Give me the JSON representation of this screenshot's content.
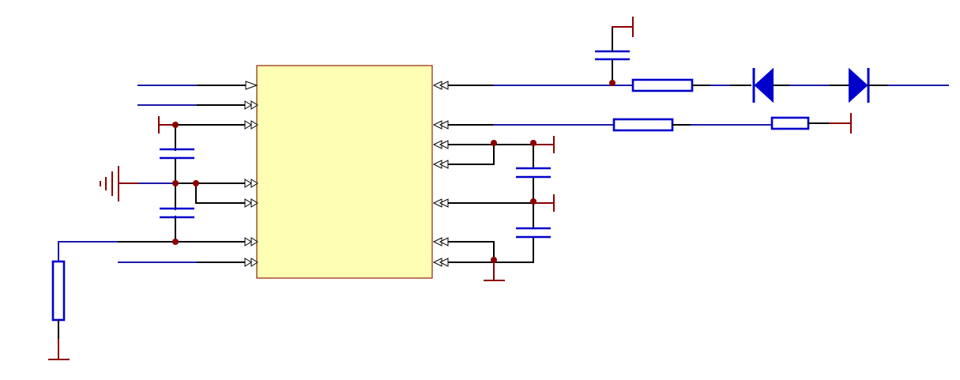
{
  "schematic": {
    "colors": {
      "wire": "#1a1aa6",
      "lead": "#000000",
      "ground": "#8b0000",
      "junction": "#8b0000",
      "component": "#0000cc",
      "chip_fill": "#ffffb4",
      "chip_border": "#8b2500"
    },
    "components": [
      {
        "type": "ic",
        "name": "integrated-circuit"
      },
      {
        "type": "resistor",
        "name": "resistor-r-left"
      },
      {
        "type": "resistor",
        "name": "resistor-r-top"
      },
      {
        "type": "resistor",
        "name": "resistor-r-mid"
      },
      {
        "type": "resistor",
        "name": "resistor-r-right"
      },
      {
        "type": "capacitor",
        "name": "capacitor-left-upper"
      },
      {
        "type": "capacitor",
        "name": "capacitor-left-lower"
      },
      {
        "type": "capacitor",
        "name": "capacitor-top"
      },
      {
        "type": "capacitor",
        "name": "capacitor-right-upper"
      },
      {
        "type": "capacitor",
        "name": "capacitor-right-lower"
      },
      {
        "type": "diode",
        "name": "diode-left"
      },
      {
        "type": "diode",
        "name": "diode-right"
      },
      {
        "type": "ground",
        "name": "earth-ground-icon"
      }
    ]
  }
}
